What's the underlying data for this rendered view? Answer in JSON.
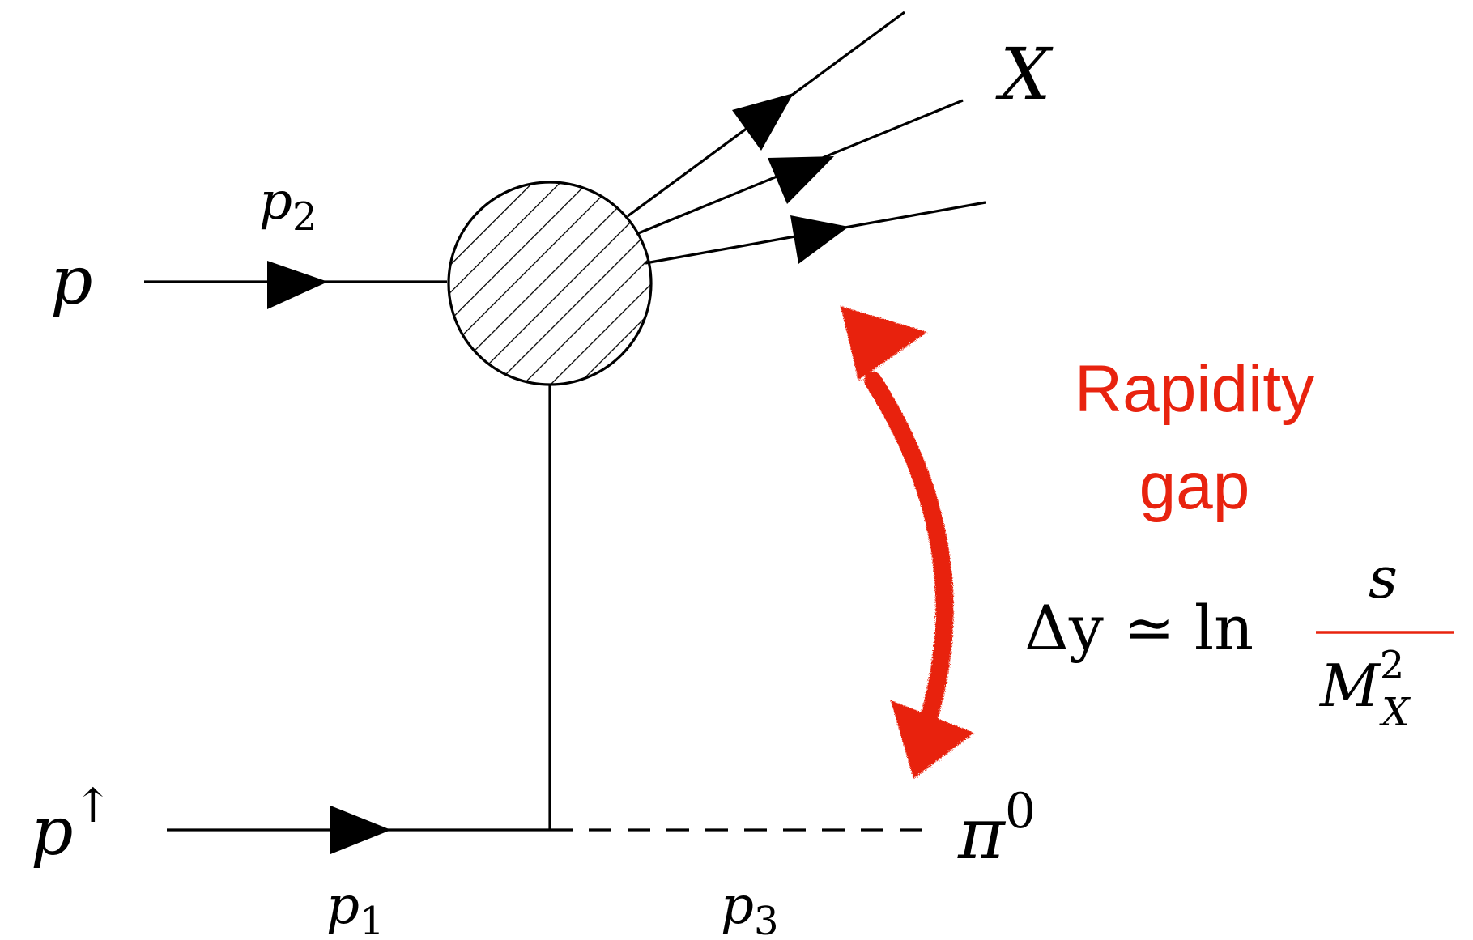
{
  "labels": {
    "p_top": "p",
    "p2": "p",
    "p2_sub": "2",
    "p_bottom": "p",
    "p_bottom_sup": "↑",
    "p1": "p",
    "p1_sub": "1",
    "p3": "p",
    "p3_sub": "3",
    "X": "X",
    "pi": "π",
    "pi_sup": "0"
  },
  "annotation": {
    "title_line1": "Rapidity",
    "title_line2": "gap",
    "formula_lhs": "Δy ≃ ln",
    "formula_num": "s",
    "formula_den_base": "M",
    "formula_den_sup": "2",
    "formula_den_sub": "X"
  },
  "colors": {
    "ink": "#000000",
    "accent": "#e8230f"
  }
}
